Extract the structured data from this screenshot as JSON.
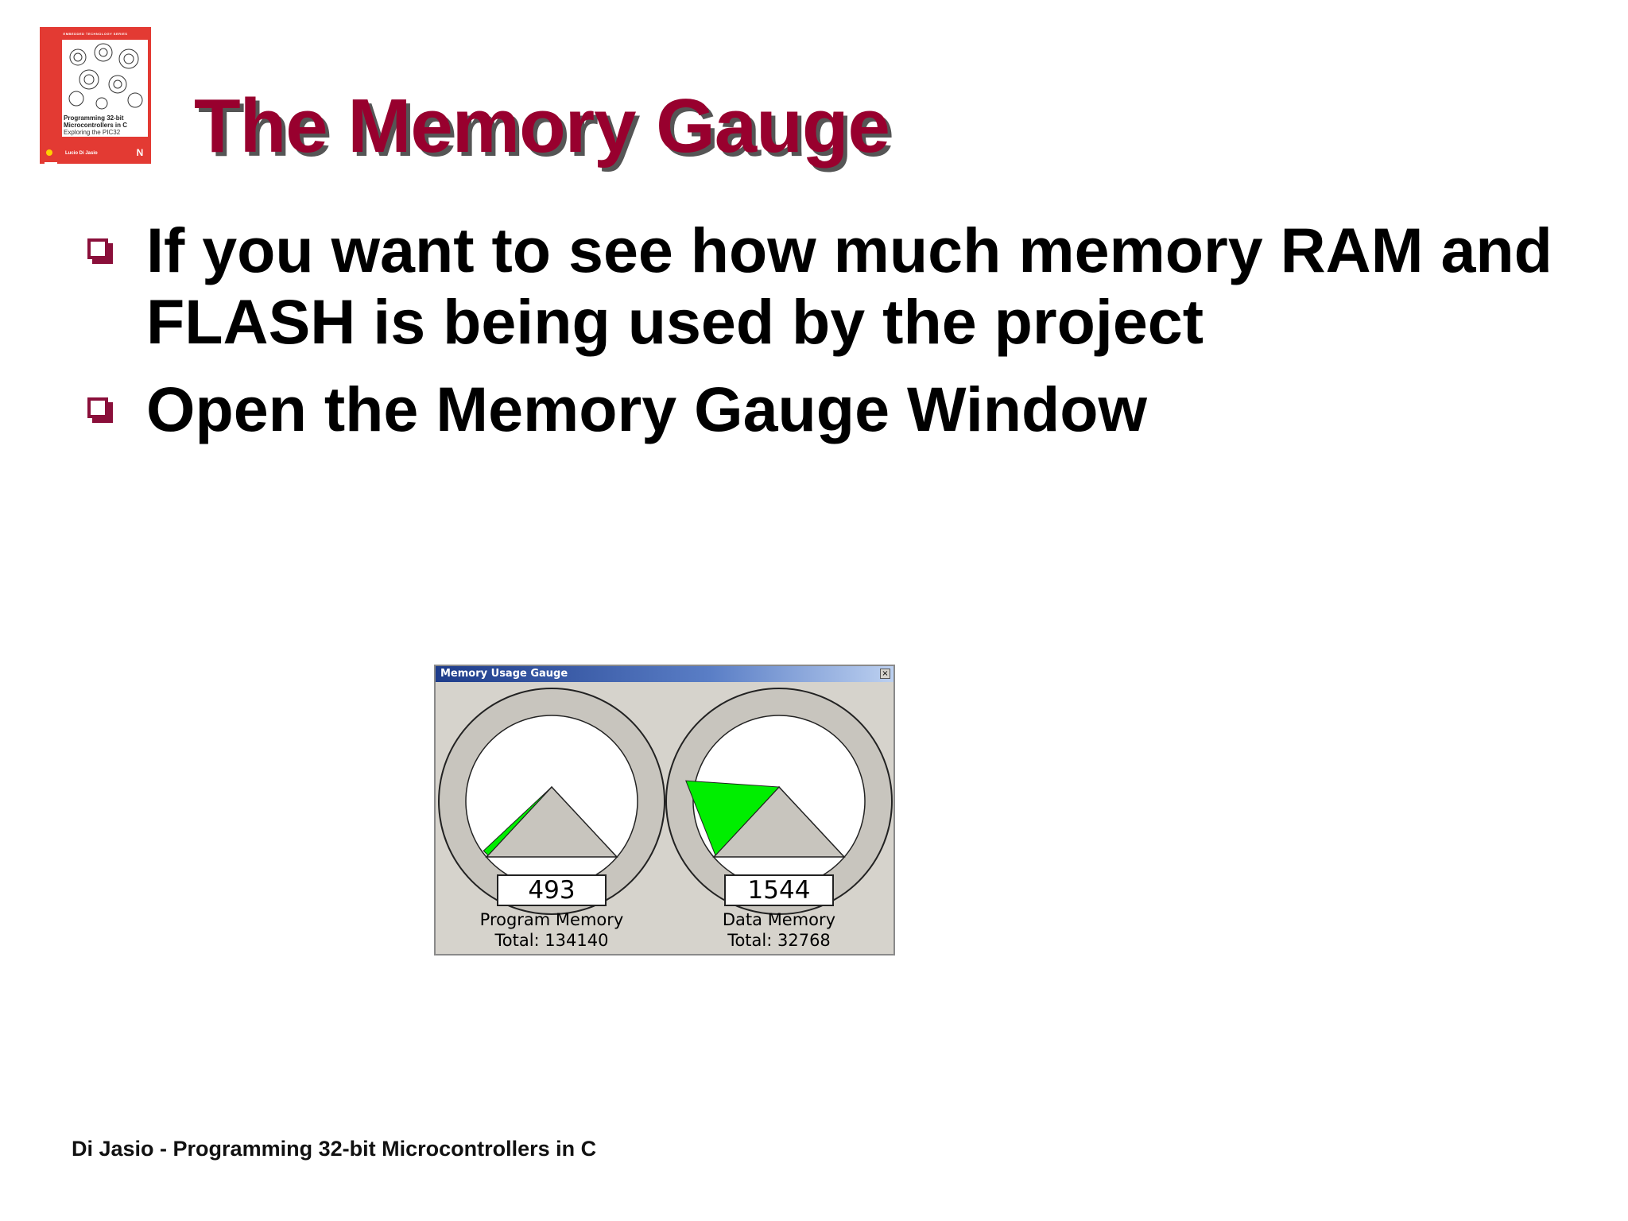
{
  "slide": {
    "title": "The Memory Gauge",
    "bullets": [
      "If you want to see how much memory RAM and FLASH is being used by the project",
      "Open the Memory Gauge Window"
    ],
    "footer": "Di Jasio - Programming 32-bit Microcontrollers in C",
    "title_color": "#98002e",
    "bullet_color": "#8a0f3a"
  },
  "book_cover": {
    "series": "EMBEDDED TECHNOLOGY SERIES",
    "title": "Programming 32-bit Microcontrollers in C",
    "subtitle": "Exploring the PIC32",
    "author": "Lucio Di Jasio",
    "cover_color": "#e33a33"
  },
  "gauge_window": {
    "title": "Memory Usage Gauge",
    "close_glyph": "×",
    "gauges": [
      {
        "name": "program-memory",
        "value": "493",
        "label": "Program Memory",
        "total_text": "Total: 134140",
        "used": 493,
        "total": 134140
      },
      {
        "name": "data-memory",
        "value": "1544",
        "label": "Data Memory",
        "total_text": "Total: 32768",
        "used": 1544,
        "total": 32768
      }
    ],
    "fill_color": "#00ee00"
  }
}
